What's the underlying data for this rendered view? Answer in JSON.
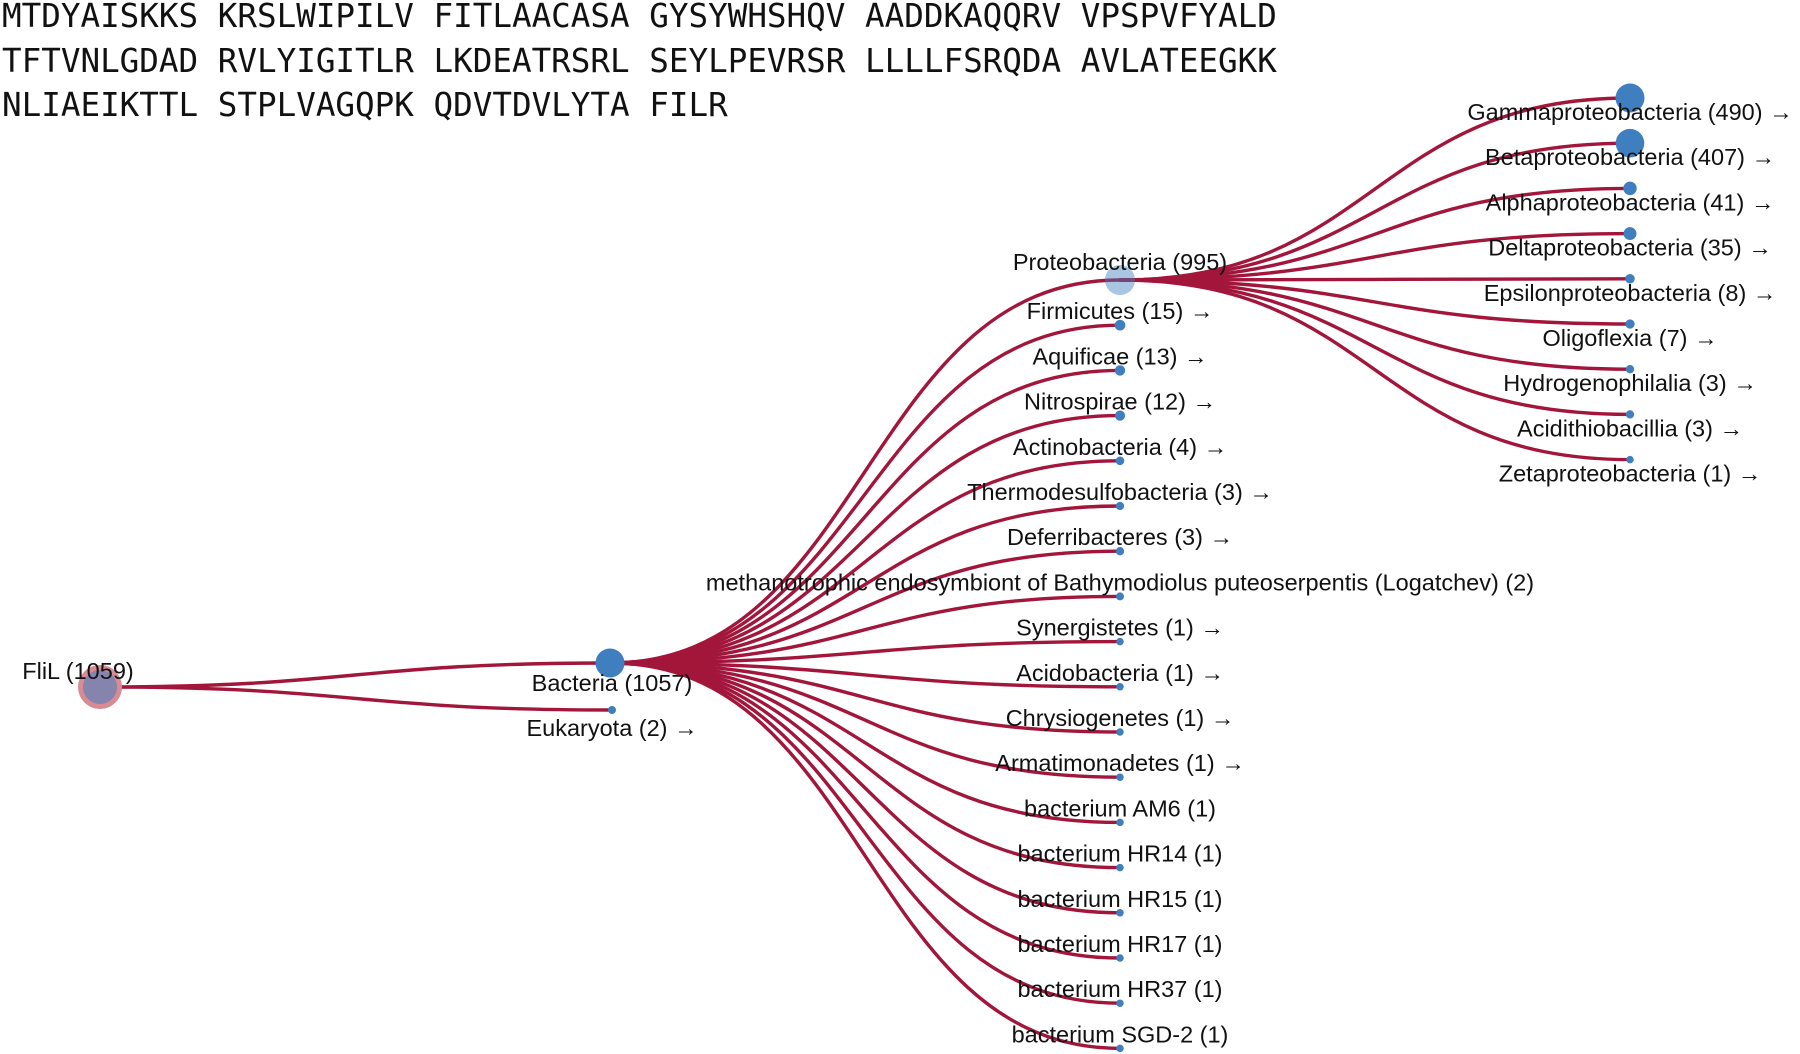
{
  "sequence": {
    "lines": [
      "MTDYAISKKS KRSLWIPILV FITLAACASA GYSYWHSHQV AADDKAQQRV VPSPVFYALD",
      "TFTVNLGDAD RVLYIGITLR LKDEATRSRL SEYLPEVRSR LLLLFSRQDA AVLATEEGKK",
      "NLIAEIKTTL STPLVAGQPK QDVTDVLYTA FILR"
    ]
  },
  "colors": {
    "branch": "#a3163b",
    "node": "#3f7fbf",
    "root_ring": "#d98b94"
  },
  "tree": {
    "root": {
      "label": "FliL (1059)"
    },
    "level1": [
      {
        "id": "bacteria",
        "label": "Bacteria (1057)",
        "count": 1057,
        "arrow": false
      },
      {
        "id": "eukaryota",
        "label": "Eukaryota (2) →",
        "count": 2,
        "arrow": true
      }
    ],
    "bacteria_children": [
      {
        "label": "Proteobacteria (995)",
        "count": 995,
        "arrow": false
      },
      {
        "label": "Firmicutes (15) →",
        "count": 15,
        "arrow": true
      },
      {
        "label": "Aquificae (13) →",
        "count": 13,
        "arrow": true
      },
      {
        "label": "Nitrospirae (12) →",
        "count": 12,
        "arrow": true
      },
      {
        "label": "Actinobacteria (4) →",
        "count": 4,
        "arrow": true
      },
      {
        "label": "Thermodesulfobacteria (3) →",
        "count": 3,
        "arrow": true
      },
      {
        "label": "Deferribacteres (3) →",
        "count": 3,
        "arrow": true
      },
      {
        "label": "methanotrophic endosymbiont of Bathymodiolus puteoserpentis (Logatchev) (2)",
        "count": 2,
        "arrow": false
      },
      {
        "label": "Synergistetes (1) →",
        "count": 1,
        "arrow": true
      },
      {
        "label": "Acidobacteria (1) →",
        "count": 1,
        "arrow": true
      },
      {
        "label": "Chrysiogenetes (1) →",
        "count": 1,
        "arrow": true
      },
      {
        "label": "Armatimonadetes (1) →",
        "count": 1,
        "arrow": true
      },
      {
        "label": "bacterium AM6 (1)",
        "count": 1,
        "arrow": false
      },
      {
        "label": "bacterium HR14 (1)",
        "count": 1,
        "arrow": false
      },
      {
        "label": "bacterium HR15 (1)",
        "count": 1,
        "arrow": false
      },
      {
        "label": "bacterium HR17 (1)",
        "count": 1,
        "arrow": false
      },
      {
        "label": "bacterium HR37 (1)",
        "count": 1,
        "arrow": false
      },
      {
        "label": "bacterium SGD-2 (1)",
        "count": 1,
        "arrow": false
      }
    ],
    "proteobacteria_children": [
      {
        "label": "Gammaproteobacteria (490) →",
        "count": 490,
        "arrow": true
      },
      {
        "label": "Betaproteobacteria (407) →",
        "count": 407,
        "arrow": true
      },
      {
        "label": "Alphaproteobacteria (41) →",
        "count": 41,
        "arrow": true
      },
      {
        "label": "Deltaproteobacteria (35) →",
        "count": 35,
        "arrow": true
      },
      {
        "label": "Epsilonproteobacteria (8) →",
        "count": 8,
        "arrow": true
      },
      {
        "label": "Oligoflexia (7) →",
        "count": 7,
        "arrow": true
      },
      {
        "label": "Hydrogenophilalia (3) →",
        "count": 3,
        "arrow": true
      },
      {
        "label": "Acidithiobacillia (3) →",
        "count": 3,
        "arrow": true
      },
      {
        "label": "Zetaproteobacteria (1) →",
        "count": 1,
        "arrow": true
      }
    ]
  }
}
